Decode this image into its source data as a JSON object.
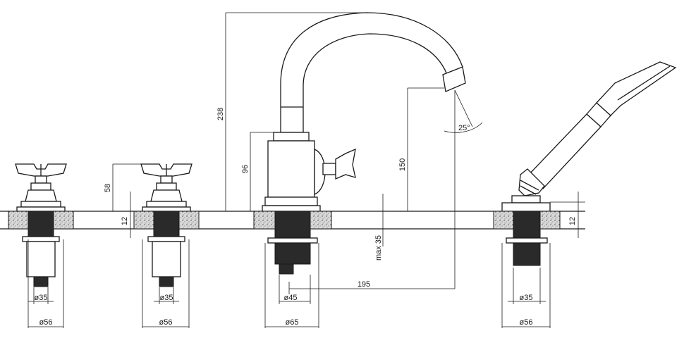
{
  "dimensions": {
    "spout_height": "238",
    "spout_reach_height": "150",
    "body_height": "96",
    "valve_height": "58",
    "deck_thickness_left": "12",
    "deck_thickness_right": "12",
    "max_deck": "max 35",
    "spout_projection": "195",
    "angle": "25°",
    "left_valve_pipe": "ø35",
    "left_valve_base": "ø56",
    "mid_valve_pipe": "ø35",
    "mid_valve_base": "ø56",
    "spout_pipe": "ø45",
    "spout_base": "ø65",
    "shower_pipe": "ø35",
    "shower_base": "ø56"
  }
}
